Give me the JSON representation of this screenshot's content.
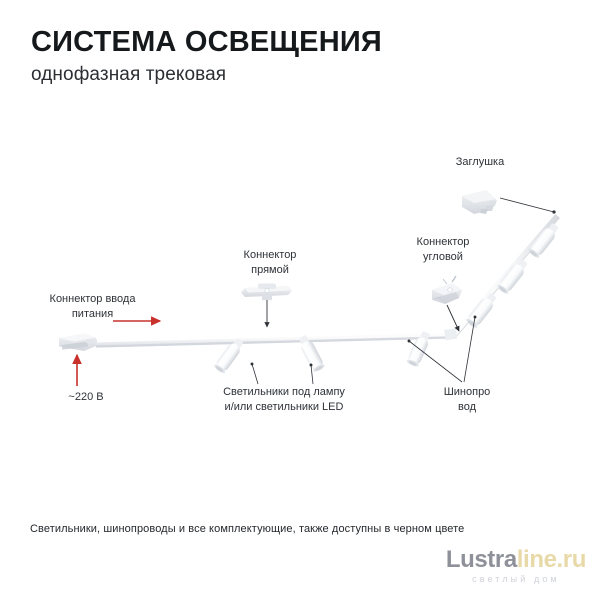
{
  "header": {
    "title": "СИСТЕМА ОСВЕЩЕНИЯ",
    "subtitle": "однофазная трековая"
  },
  "diagram": {
    "labels": {
      "power_connector": "Коннектор ввода\nпитания",
      "voltage": "~220 В",
      "straight_connector": "Коннектор\nпрямой",
      "luminaires": "Светильники под лампу\nи/или светильники LED",
      "corner_connector": "Коннектор\nугловой",
      "end_cap": "Заглушка",
      "busbar": "Шинопро\nвод"
    },
    "colors": {
      "accent_red": "#c8302b",
      "leader_line": "#3c4046",
      "track_white": "#ffffff",
      "track_shade": "#dfe2e6",
      "text": "#2e3237"
    }
  },
  "footer": {
    "note": "Светильники, шинопроводы и все комплектующие, также доступны в черном цвете"
  },
  "logo": {
    "part1": "Lustra",
    "part2": "line.ru",
    "tagline": "светлый дом",
    "part1_color": "#8e9199",
    "part2_color": "#e8d9a8"
  }
}
